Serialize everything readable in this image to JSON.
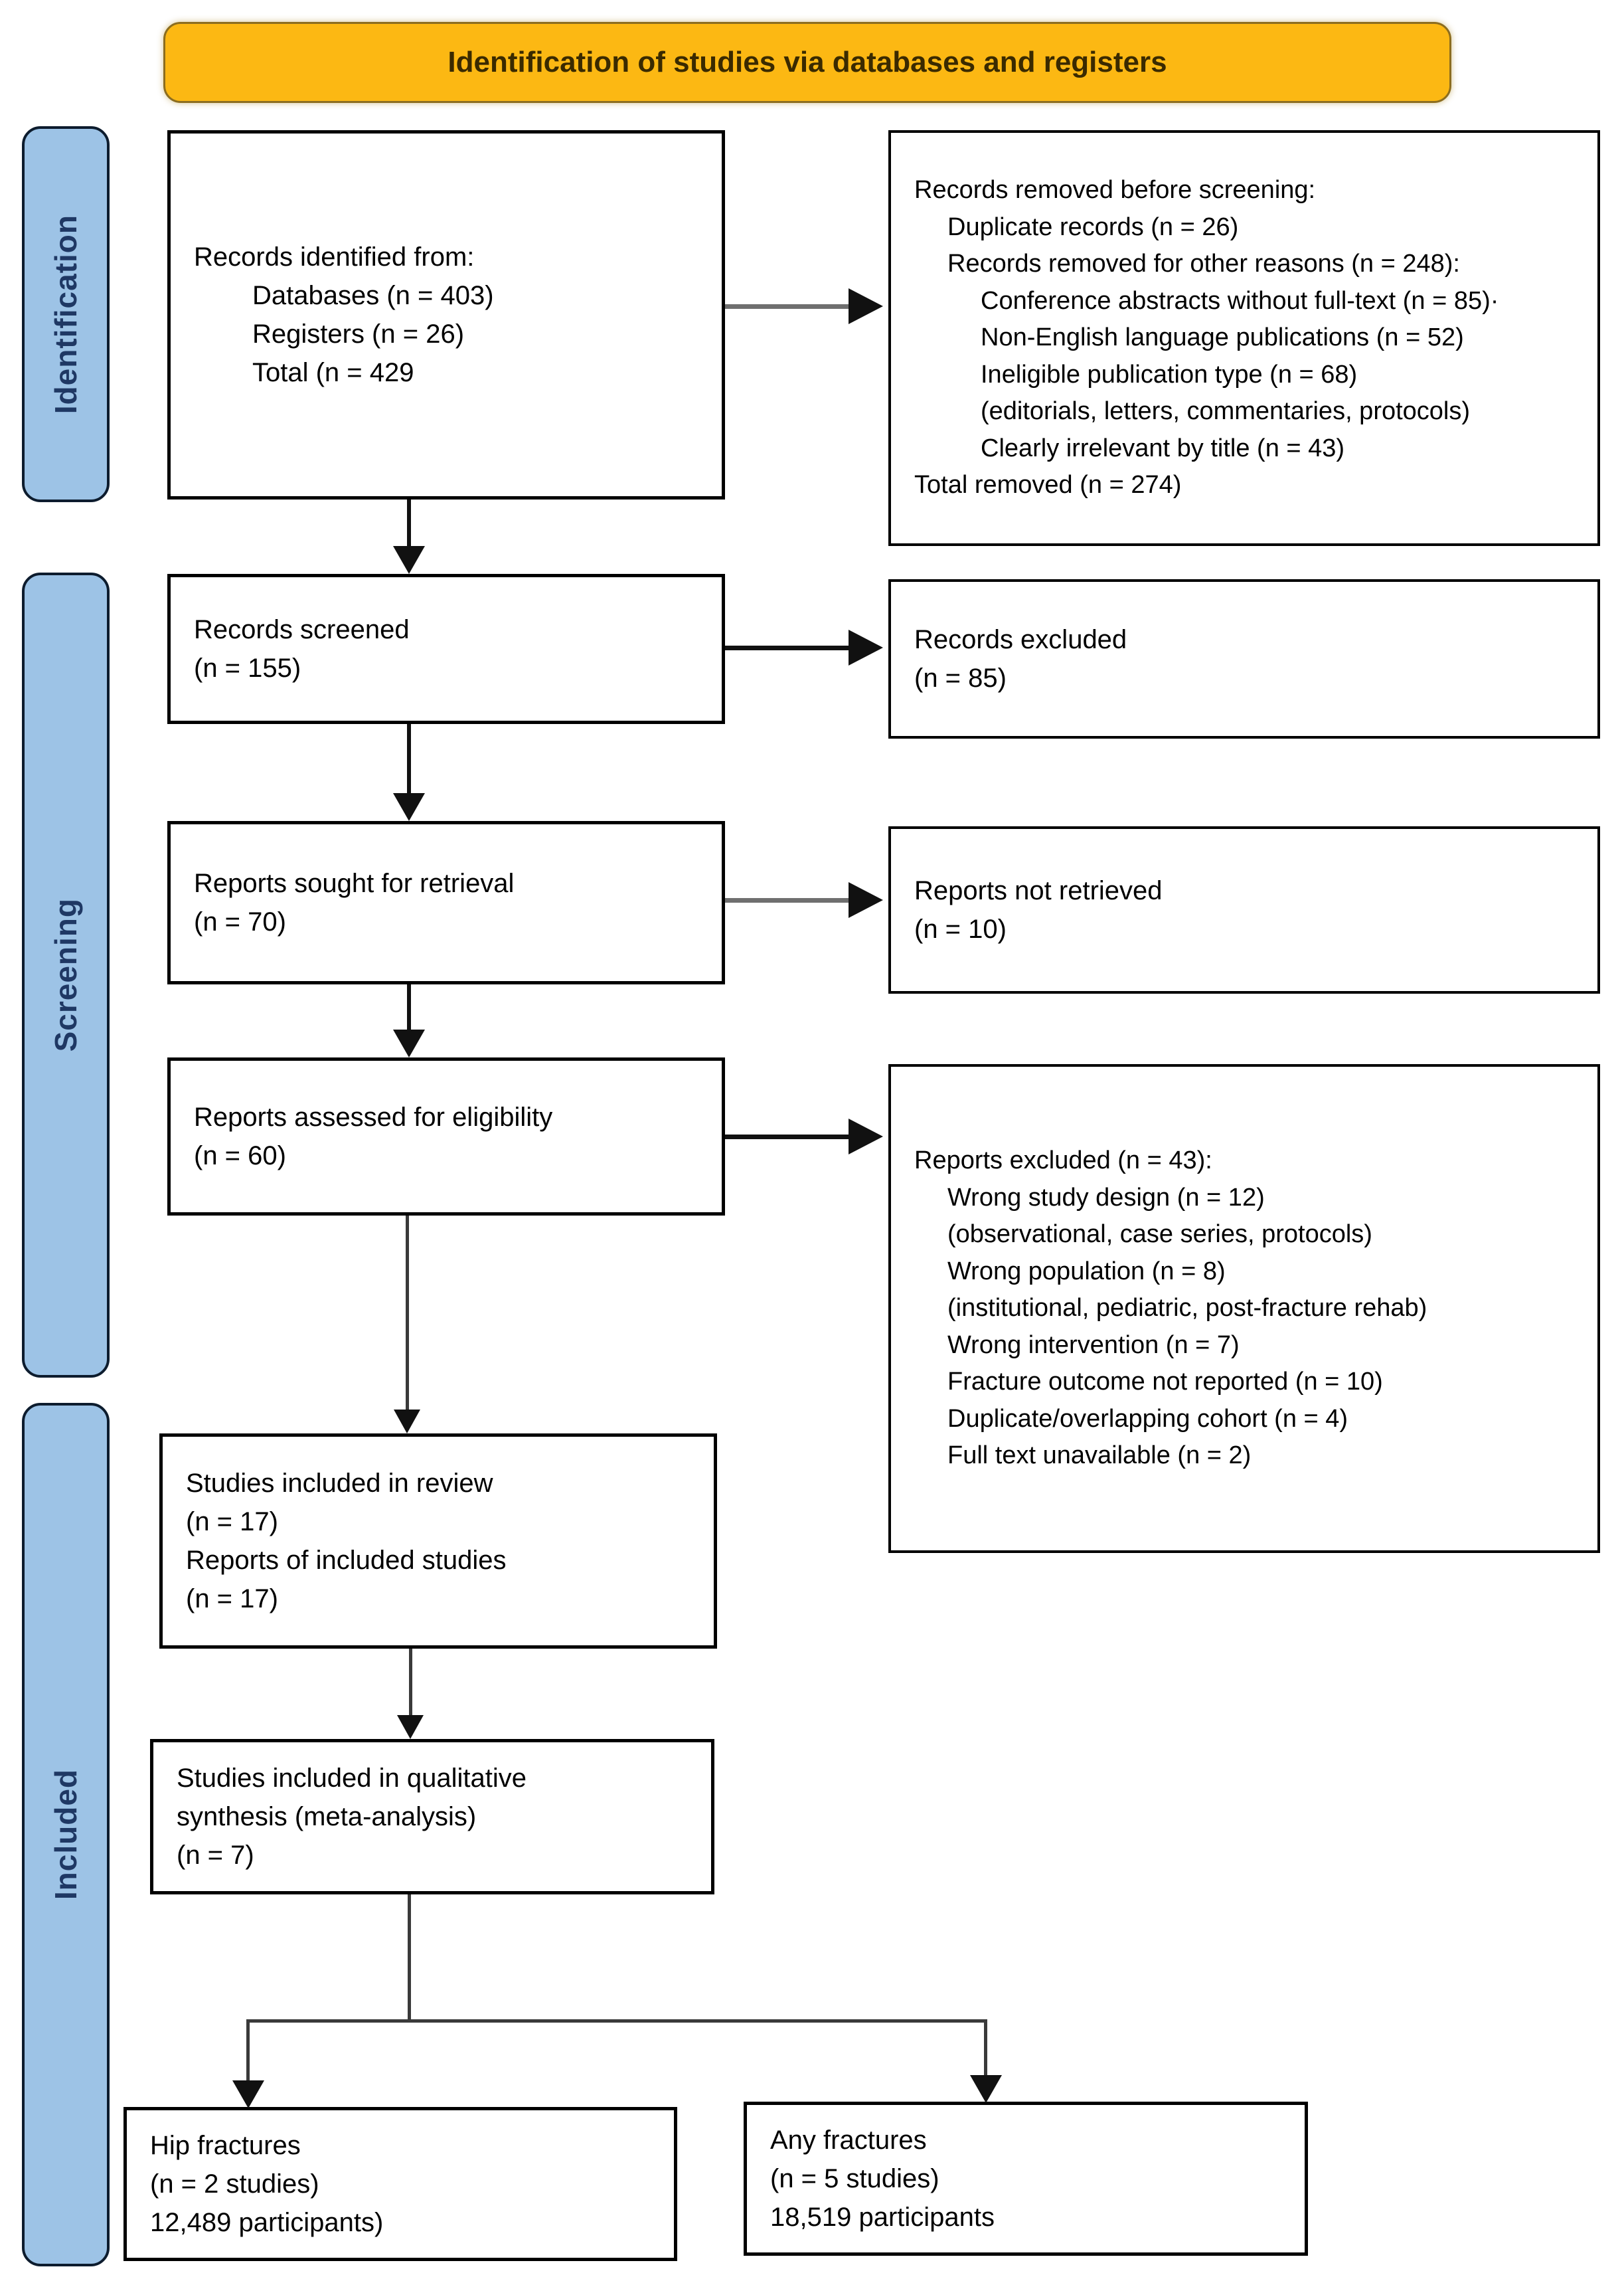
{
  "colors": {
    "banner_fill": "#FCB813",
    "banner_border": "#8C6D1F",
    "banner_text": "#3A2A00",
    "sidebar_fill": "#9DC3E6",
    "sidebar_text": "#1F3864",
    "box_border": "#000000",
    "arrow_black": "#111111",
    "arrow_gray": "#6F6F6F",
    "arrow_dark": "#3A3A3A"
  },
  "banner": {
    "title": "Identification of studies via databases and registers"
  },
  "sidebar": {
    "items": [
      {
        "label": "Identification"
      },
      {
        "label": "Screening"
      },
      {
        "label": "Included"
      }
    ]
  },
  "flow": {
    "records_identified": {
      "lines": [
        {
          "text": "Records identified from:",
          "indent": 0
        },
        {
          "text": "Databases (n = 403)",
          "indent": 1
        },
        {
          "text": "Registers (n = 26)",
          "indent": 1
        },
        {
          "text": "Total (n = 429",
          "indent": 1
        }
      ]
    },
    "records_removed": {
      "lines": [
        {
          "text": "Records removed before screening:",
          "indent": 0
        },
        {
          "text": "Duplicate records (n = 26)",
          "indent": 1
        },
        {
          "text": "Records removed for other reasons (n = 248):",
          "indent": 1
        },
        {
          "text": "Conference abstracts without full-text (n = 85)·",
          "indent": 2
        },
        {
          "text": "Non-English language publications (n = 52)",
          "indent": 2
        },
        {
          "text": "Ineligible publication type (n = 68)",
          "indent": 2
        },
        {
          "text": "(editorials, letters, commentaries, protocols)",
          "indent": 2
        },
        {
          "text": "Clearly irrelevant by title (n = 43)",
          "indent": 2
        },
        {
          "text": "Total removed (n = 274)",
          "indent": 0
        }
      ]
    },
    "records_screened": {
      "lines": [
        {
          "text": "Records screened",
          "indent": 0
        },
        {
          "text": "(n = 155)",
          "indent": 0
        }
      ]
    },
    "records_excluded": {
      "lines": [
        {
          "text": "Records excluded",
          "indent": 0
        },
        {
          "text": "(n = 85)",
          "indent": 0
        }
      ]
    },
    "reports_sought": {
      "lines": [
        {
          "text": "Reports sought for retrieval",
          "indent": 0
        },
        {
          "text": "(n = 70)",
          "indent": 0
        }
      ]
    },
    "reports_not_retrieved": {
      "lines": [
        {
          "text": "Reports not retrieved",
          "indent": 0
        },
        {
          "text": "(n = 10)",
          "indent": 0
        }
      ]
    },
    "reports_assessed": {
      "lines": [
        {
          "text": "Reports assessed for eligibility",
          "indent": 0
        },
        {
          "text": "(n = 60)",
          "indent": 0
        }
      ]
    },
    "reports_excluded": {
      "lines": [
        {
          "text": "Reports excluded (n = 43):",
          "indent": 0
        },
        {
          "text": "Wrong study design (n = 12)",
          "indent": 1
        },
        {
          "text": "(observational, case series, protocols)",
          "indent": 1
        },
        {
          "text": "Wrong population (n = 8)",
          "indent": 1
        },
        {
          "text": "(institutional, pediatric, post-fracture rehab)",
          "indent": 1
        },
        {
          "text": "Wrong intervention (n = 7)",
          "indent": 1
        },
        {
          "text": "Fracture outcome not reported (n = 10)",
          "indent": 1
        },
        {
          "text": "Duplicate/overlapping cohort (n = 4)",
          "indent": 1
        },
        {
          "text": "Full text unavailable (n = 2)",
          "indent": 1
        }
      ]
    },
    "studies_included_review": {
      "lines": [
        {
          "text": "Studies included in review",
          "indent": 0
        },
        {
          "text": "(n = 17)",
          "indent": 0
        },
        {
          "text": "Reports of included studies",
          "indent": 0
        },
        {
          "text": "(n = 17)",
          "indent": 0
        }
      ]
    },
    "studies_qualitative": {
      "lines": [
        {
          "text": "Studies included in qualitative",
          "indent": 0
        },
        {
          "text": "synthesis (meta-analysis)",
          "indent": 0
        },
        {
          "text": "(n = 7)",
          "indent": 0
        }
      ]
    },
    "hip_fractures": {
      "lines": [
        {
          "text": "Hip fractures",
          "indent": 0
        },
        {
          "text": "(n = 2 studies)",
          "indent": 0
        },
        {
          "text": "12,489 participants)",
          "indent": 0
        }
      ]
    },
    "any_fractures": {
      "lines": [
        {
          "text": "Any fractures",
          "indent": 0
        },
        {
          "text": "(n = 5 studies)",
          "indent": 0
        },
        {
          "text": "18,519 participants",
          "indent": 0
        }
      ]
    }
  }
}
